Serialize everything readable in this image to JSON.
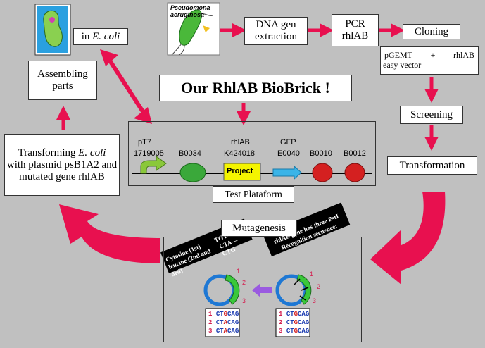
{
  "title": "Our RhlAB BioBrick !",
  "steps": {
    "pseudomonas_label": "Pseudomona aeruginosa",
    "dna_extraction": "DNA gen extraction",
    "pcr": "PCR rhlAB",
    "cloning": "Cloning",
    "vector_left": "pGEMT",
    "vector_plus": "+",
    "vector_right": "rhlAB",
    "vector_bottom": "easy vector",
    "screening": "Screening",
    "transformation": "Transformation",
    "mutagenesis": "Mutagenesis",
    "transforming_pre": "Transforming ",
    "transforming_italic": "E. coli",
    "transforming_post": "with plasmid psB1A2 and mutated gene rhlAB",
    "assembling": "Assembling parts",
    "in_ecoli_pre": "in ",
    "in_ecoli_italic": "E. coli"
  },
  "platform": {
    "caption": "Test Plataform",
    "parts": [
      {
        "top": "pT7",
        "bottom": "1719005"
      },
      {
        "top": "",
        "bottom": "B0034"
      },
      {
        "top": "rhlAB",
        "bottom": "K424018"
      },
      {
        "top": "GFP",
        "bottom": "E0040"
      },
      {
        "top": "",
        "bottom": "B0010"
      },
      {
        "top": "",
        "bottom": "B0012"
      }
    ],
    "project_label": "Project"
  },
  "mutagenesis_panel": {
    "left_note_line1": "Cytosine (1st)",
    "left_note_line2": "leucine (2nd and 3rd)",
    "codon_top": "TGT—TGC",
    "codon_bottom": "CTA—CTG",
    "right_note_line1": "rhlAB gene has three PstI",
    "right_note_line2": "Recognition secuence:",
    "site_numbers": [
      "1",
      "2",
      "3"
    ],
    "left_sequences": [
      {
        "n": "1",
        "a": "CT",
        "b": "G",
        "c": "CAG"
      },
      {
        "n": "2",
        "a": "CT",
        "b": "A",
        "c": "CAG"
      },
      {
        "n": "3",
        "a": "CT",
        "b": "A",
        "c": "CAG"
      }
    ],
    "right_sequences": [
      {
        "n": "1",
        "a": "CT",
        "b": "G",
        "c": "CAG"
      },
      {
        "n": "2",
        "a": "CT",
        "b": "G",
        "c": "CAG"
      },
      {
        "n": "3",
        "a": "CT",
        "b": "G",
        "c": "CAG"
      }
    ]
  },
  "colors": {
    "arrow": "#e8104f",
    "background": "#c0c0c0",
    "project": "#f4f400",
    "rbs": "#3aa83a",
    "terminator": "#d42020",
    "gfp": "#3ab4e8",
    "promoter": "#8ac83a",
    "plasmid": "#1e78d4",
    "insert": "#3ac83a",
    "purple_arrow": "#9a5ae0"
  }
}
